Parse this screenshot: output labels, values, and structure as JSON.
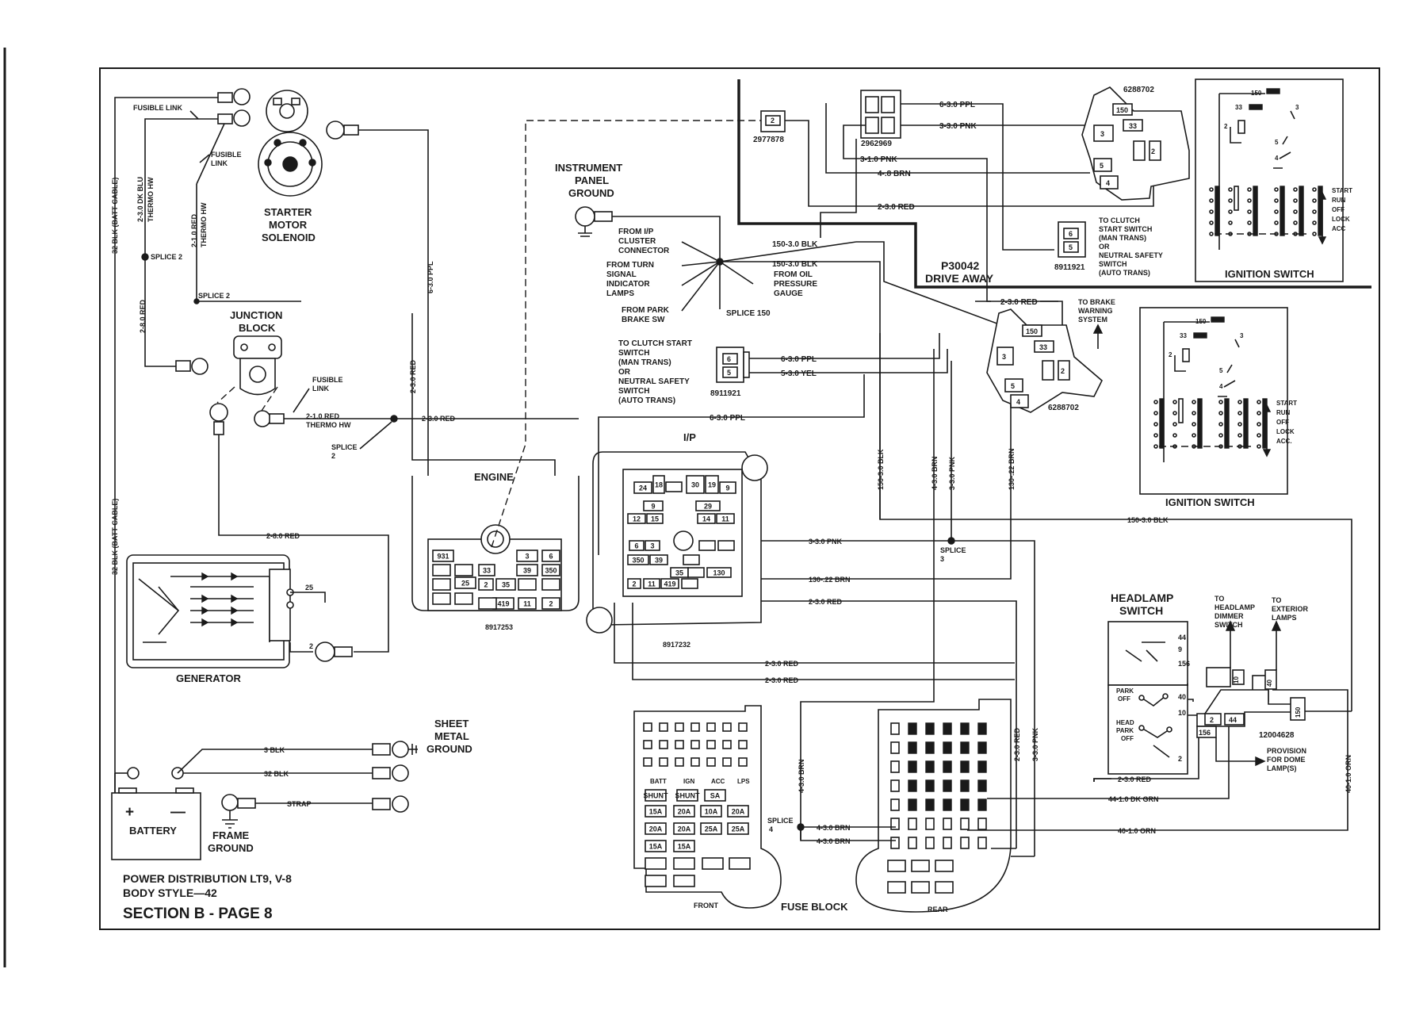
{
  "title": {
    "line1": "POWER DISTRIBUTION LT9, V-8",
    "line2": "BODY STYLE—42",
    "section": "SECTION B - PAGE 8"
  },
  "components": {
    "starter": [
      "STARTER",
      "MOTOR",
      "SOLENOID"
    ],
    "junction": [
      "JUNCTION",
      "BLOCK"
    ],
    "generator": "GENERATOR",
    "battery": "BATTERY",
    "frame_ground": [
      "FRAME",
      "GROUND"
    ],
    "sheet_metal_ground": [
      "SHEET",
      "METAL",
      "GROUND"
    ],
    "ip_ground": [
      "INSTRUMENT",
      "PANEL",
      "GROUND"
    ],
    "engine": "ENGINE",
    "engine_part": "8917253",
    "ip": "I/P",
    "ip_part": "8917232",
    "fuse_block": "FUSE BLOCK",
    "fuse_front": "FRONT",
    "fuse_rear": "REAR",
    "ignition_switch": "IGNITION SWITCH",
    "headlamp_switch": [
      "HEADLAMP",
      "SWITCH"
    ],
    "drive_away": [
      "P30042",
      "DRIVE AWAY"
    ]
  },
  "wire_labels": {
    "fusible_link": "FUSIBLE LINK",
    "fusible_link_2": [
      "FUSIBLE",
      "LINK"
    ],
    "batt_cable_top": "32 BLK (BATT CABLE)",
    "batt_cable_low": "32 BLK (BATT CABLE)",
    "dk_blu": [
      "2-3.0 DK BLU",
      "THERMO HW"
    ],
    "red_thermo": [
      "2-1.0 RED",
      "THERMO HW"
    ],
    "splice2": "SPLICE 2",
    "red_280": "2-8.0 RED",
    "red_280b": "2-8.0 RED",
    "ppl_630": "6-3.0 PPL",
    "red_230_v": "2-3.0 RED",
    "red_230_h": "2-3.0 RED",
    "red_210_thermo": [
      "2-1.0 RED",
      "THERMO HW"
    ],
    "splice_2b": [
      "SPLICE",
      "2"
    ],
    "gen_25": "25",
    "gen_2": "2",
    "blk3": "3 BLK",
    "blk32": "32 BLK",
    "strap": "STRAP",
    "ppl_630_top": "6-3.0 PPL",
    "pnk_330": "3-3.0 PNK",
    "pnk_310": "3-1.0 PNK",
    "brn_48": "4-.8 BRN",
    "red_230_top": "2-3.0 RED",
    "from_ip_cluster": [
      "FROM I/P",
      "CLUSTER",
      "CONNECTOR"
    ],
    "from_turn": [
      "FROM TURN",
      "SIGNAL",
      "INDICATOR",
      "LAMPS"
    ],
    "from_park": [
      "FROM PARK",
      "BRAKE SW"
    ],
    "blk_15030a": "150-3.0 BLK",
    "blk_15030b": "150-3.0 BLK",
    "from_oil": [
      "FROM OIL",
      "PRESSURE",
      "GAUGE"
    ],
    "splice150": "SPLICE 150",
    "to_clutch_mid": [
      "TO CLUTCH START",
      "SWITCH",
      "(MAN TRANS)",
      "OR",
      "NEUTRAL SAFETY",
      "SWITCH",
      "(AUTO TRANS)"
    ],
    "ppl_630_mid": "6-3.0 PPL",
    "yel_530": "5-3.0 YEL",
    "ppl_630_long": "6-3.0 PPL",
    "to_clutch_top": [
      "TO CLUTCH",
      "START SWITCH",
      "(MAN TRANS)",
      "OR",
      "NEUTRAL SAFETY",
      "SWITCH",
      "(AUTO TRANS)"
    ],
    "red_230_ign2": "2-3.0 RED",
    "to_brake": [
      "TO BRAKE",
      "WARNING",
      "SYSTEM"
    ],
    "blk_15030_v": "150-3.0 BLK",
    "brn_430_v": "4-3.0 BRN",
    "pnk_330_v": "3-3.0 PNK",
    "brn_13022_v": "130-.22 BRN",
    "blk_15030_h": "150-3.0 BLK",
    "pnk_330_h": "3-3.0 PNK",
    "splice3": [
      "SPLICE",
      "3"
    ],
    "brn_13022_h": "130-.22 BRN",
    "red_230_ip": "2-3.0 RED",
    "red_230_low1": "2-3.0 RED",
    "red_230_low2": "2-3.0 RED",
    "brn_430_vl": "4-3.0 BRN",
    "splice4": [
      "SPLICE",
      "4"
    ],
    "brn_430_a": "4-3.0 BRN",
    "brn_430_b": "4-3.0 BRN",
    "red_230_rear_v": "2-3.0 RED",
    "pnk_330_rear_v": "3-3.0 PNK",
    "red_230_hl": "2-3.0 RED",
    "dk_grn": "44-1.0 DK GRN",
    "orn_401": "40-1.0 ORN",
    "orn_401_v": "40-1.0 ORN",
    "to_dimmer": [
      "TO",
      "HEADLAMP",
      "DIMMER",
      "SWITCH"
    ],
    "to_exterior": [
      "TO",
      "EXTERIOR",
      "LAMPS"
    ],
    "provision": [
      "PROVISION",
      "FOR DOME",
      "LAMP(S)"
    ]
  },
  "part_numbers": {
    "p2977878": "2977878",
    "p2962969": "2962969",
    "p6288702a": "6288702",
    "p6288702b": "6288702",
    "p8911921a": "8911921",
    "p8911921b": "8911921",
    "p12004628": "12004628"
  },
  "ignition_positions": [
    "START",
    "RUN",
    "OFF",
    "LOCK",
    "ACC"
  ],
  "ignition_positions_2": [
    "START",
    "RUN",
    "OFF",
    "LOCK",
    "ACC."
  ],
  "ignition_terminals": [
    "150",
    "33",
    "3",
    "2",
    "5",
    "4"
  ],
  "headlamp_terms": [
    "44",
    "9",
    "156",
    "40",
    "10",
    "2"
  ],
  "headlamp_positions": {
    "park_off": [
      "PARK",
      "OFF"
    ],
    "head": [
      "HEAD",
      "PARK",
      "OFF"
    ]
  },
  "connector_nums": [
    "150",
    "33",
    "3",
    "2",
    "5",
    "4",
    "6",
    "5",
    "2"
  ],
  "engine_cells": [
    "931",
    "33",
    "39",
    "350",
    "25",
    "2",
    "35",
    "419",
    "11",
    "2",
    "3",
    "6"
  ],
  "ip_cells": [
    "24",
    "18",
    "30",
    "19",
    "9",
    "9",
    "29",
    "12",
    "15",
    "14",
    "11",
    "6",
    "3",
    "350",
    "39",
    "35",
    "2",
    "11",
    "419",
    "130"
  ],
  "fuse_labels": [
    "BATT",
    "IGN",
    "ACC",
    "LPS",
    "SHUNT",
    "SHUNT",
    "SA",
    "15A",
    "20A",
    "10A",
    "20A",
    "20A",
    "20A",
    "25A",
    "25A",
    "15A",
    "15A"
  ],
  "headlamp_conn": [
    "2",
    "44",
    "156",
    "10",
    "40",
    "150"
  ]
}
